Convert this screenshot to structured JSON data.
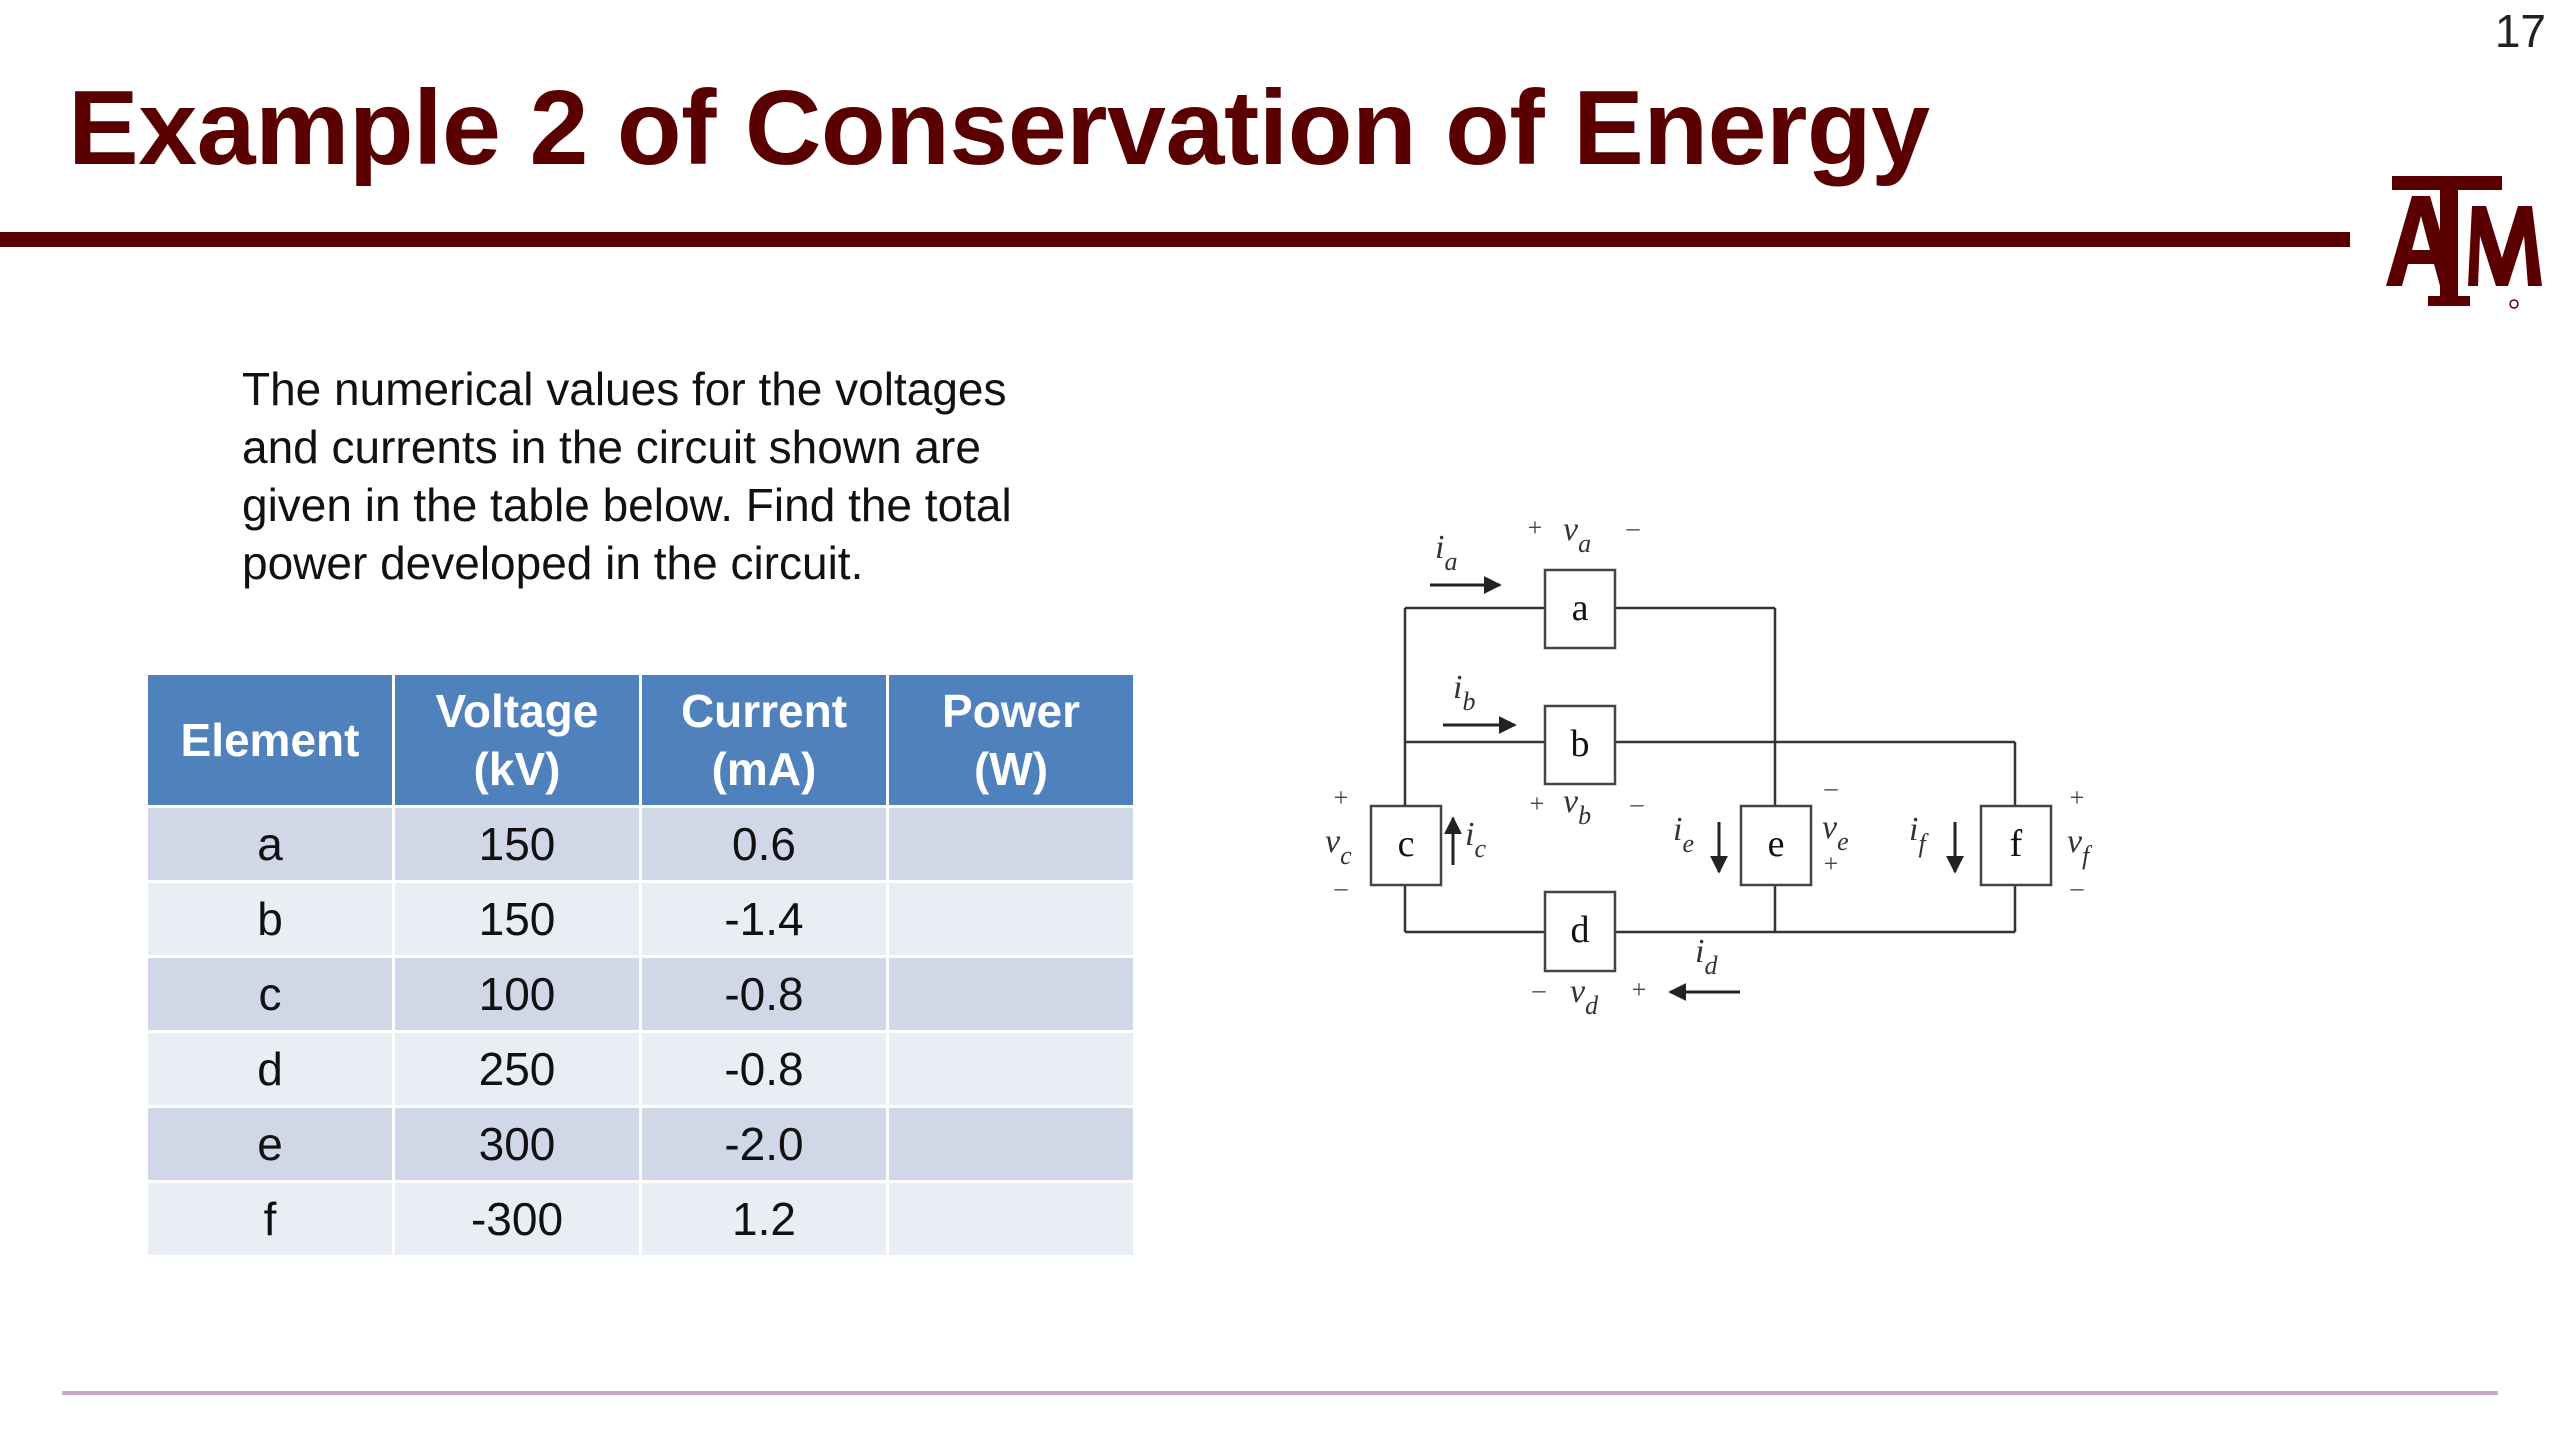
{
  "slide": {
    "number": "17",
    "title": "Example 2 of Conservation of Energy",
    "logo_text": "ATM"
  },
  "intro": {
    "lines": [
      "The numerical values for the voltages",
      "and currents in the circuit shown are",
      "given in the table below.  Find the total",
      "power developed in the circuit."
    ]
  },
  "table": {
    "headers": [
      {
        "line1": "Element",
        "line2": ""
      },
      {
        "line1": "Voltage",
        "line2": "(kV)"
      },
      {
        "line1": "Current",
        "line2": "(mA)"
      },
      {
        "line1": "Power",
        "line2": "(W)"
      }
    ],
    "rows": [
      {
        "element": "a",
        "voltage": "150",
        "current": "0.6",
        "power": ""
      },
      {
        "element": "b",
        "voltage": "150",
        "current": "-1.4",
        "power": ""
      },
      {
        "element": "c",
        "voltage": "100",
        "current": "-0.8",
        "power": ""
      },
      {
        "element": "d",
        "voltage": "250",
        "current": "-0.8",
        "power": ""
      },
      {
        "element": "e",
        "voltage": "300",
        "current": "-2.0",
        "power": ""
      },
      {
        "element": "f",
        "voltage": "-300",
        "current": "1.2",
        "power": ""
      }
    ]
  },
  "circuit": {
    "elements": {
      "a": "a",
      "b": "b",
      "c": "c",
      "d": "d",
      "e": "e",
      "f": "f"
    },
    "symbols": {
      "i": "i",
      "v": "v",
      "plus": "+",
      "minus": "–"
    }
  },
  "colors": {
    "title": "#5a0000",
    "header_bg": "#4f81bd",
    "row_odd": "#d0d8e8",
    "row_even": "#e9edf4"
  }
}
